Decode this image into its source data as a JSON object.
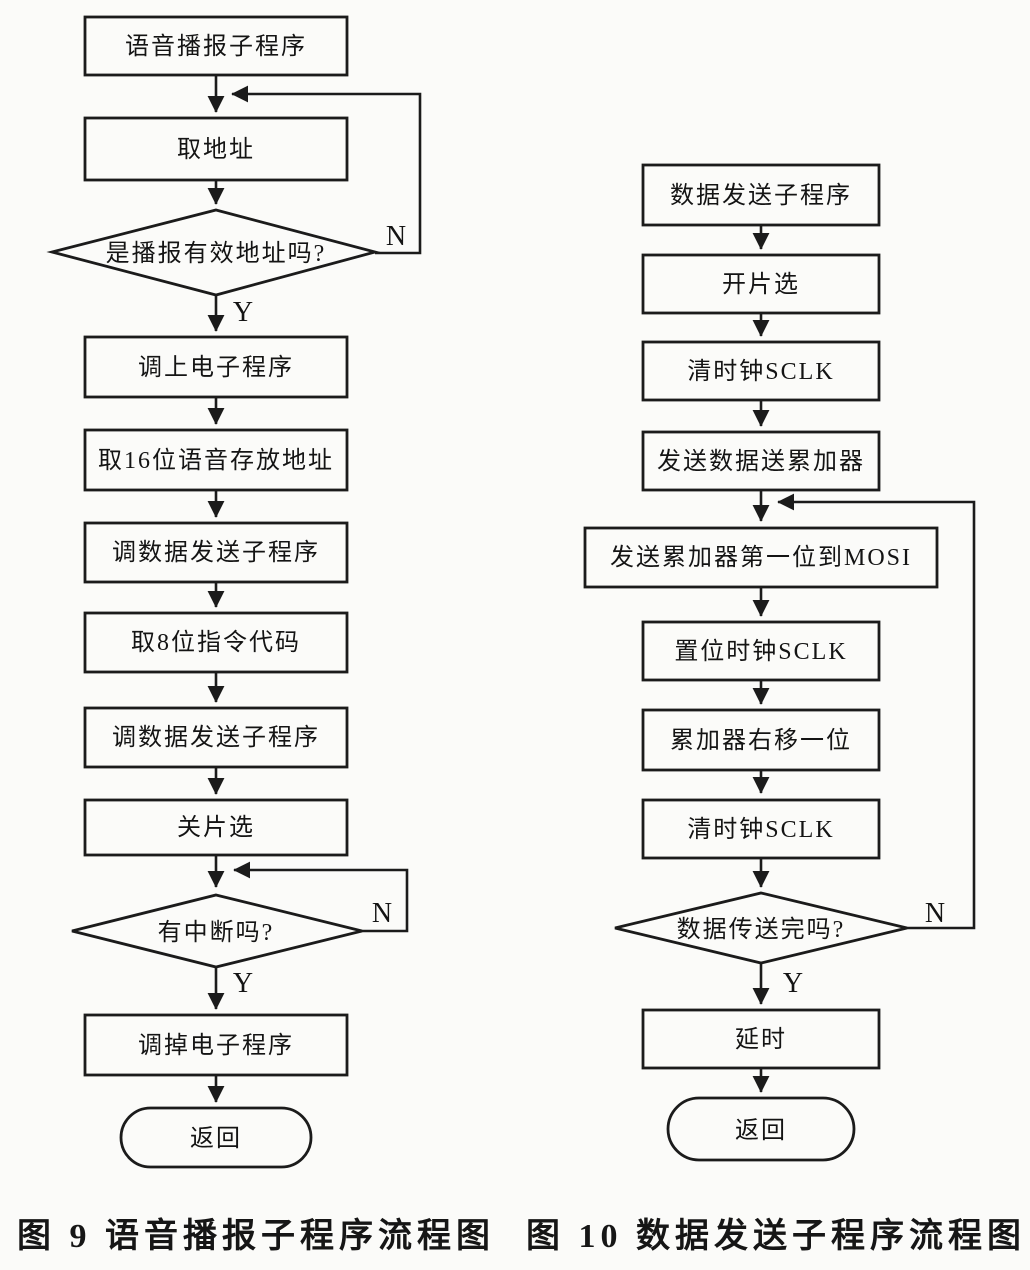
{
  "figure": {
    "colors": {
      "ink": "#1b1b1b",
      "paper": "#fbfbf9"
    },
    "labels": {
      "yes": "Y",
      "no": "N"
    },
    "left": {
      "caption": "图 9  语音播报子程序流程图",
      "nodes": {
        "start": "语音播报子程序",
        "get_address": "取地址",
        "decision_valid_address": "是播报有效地址吗?",
        "call_power_on": "调上电子程序",
        "get_16bit_voice_address": "取16位语音存放地址",
        "call_data_send_1": "调数据发送子程序",
        "get_8bit_opcode": "取8位指令代码",
        "call_data_send_2": "调数据发送子程序",
        "chip_select_off": "关片选",
        "decision_interrupt": "有中断吗?",
        "call_power_off": "调掉电子程序",
        "end": "返回"
      }
    },
    "right": {
      "caption": "图 10  数据发送子程序流程图",
      "nodes": {
        "start": "数据发送子程序",
        "chip_select_on": "开片选",
        "clear_sclk_1": "清时钟SCLK",
        "send_data_to_accumulator": "发送数据送累加器",
        "send_first_bit_to_mosi": "发送累加器第一位到MOSI",
        "set_sclk": "置位时钟SCLK",
        "shift_accumulator_right": "累加器右移一位",
        "clear_sclk_2": "清时钟SCLK",
        "decision_transfer_done": "数据传送完吗?",
        "delay": "延时",
        "end": "返回"
      }
    }
  }
}
